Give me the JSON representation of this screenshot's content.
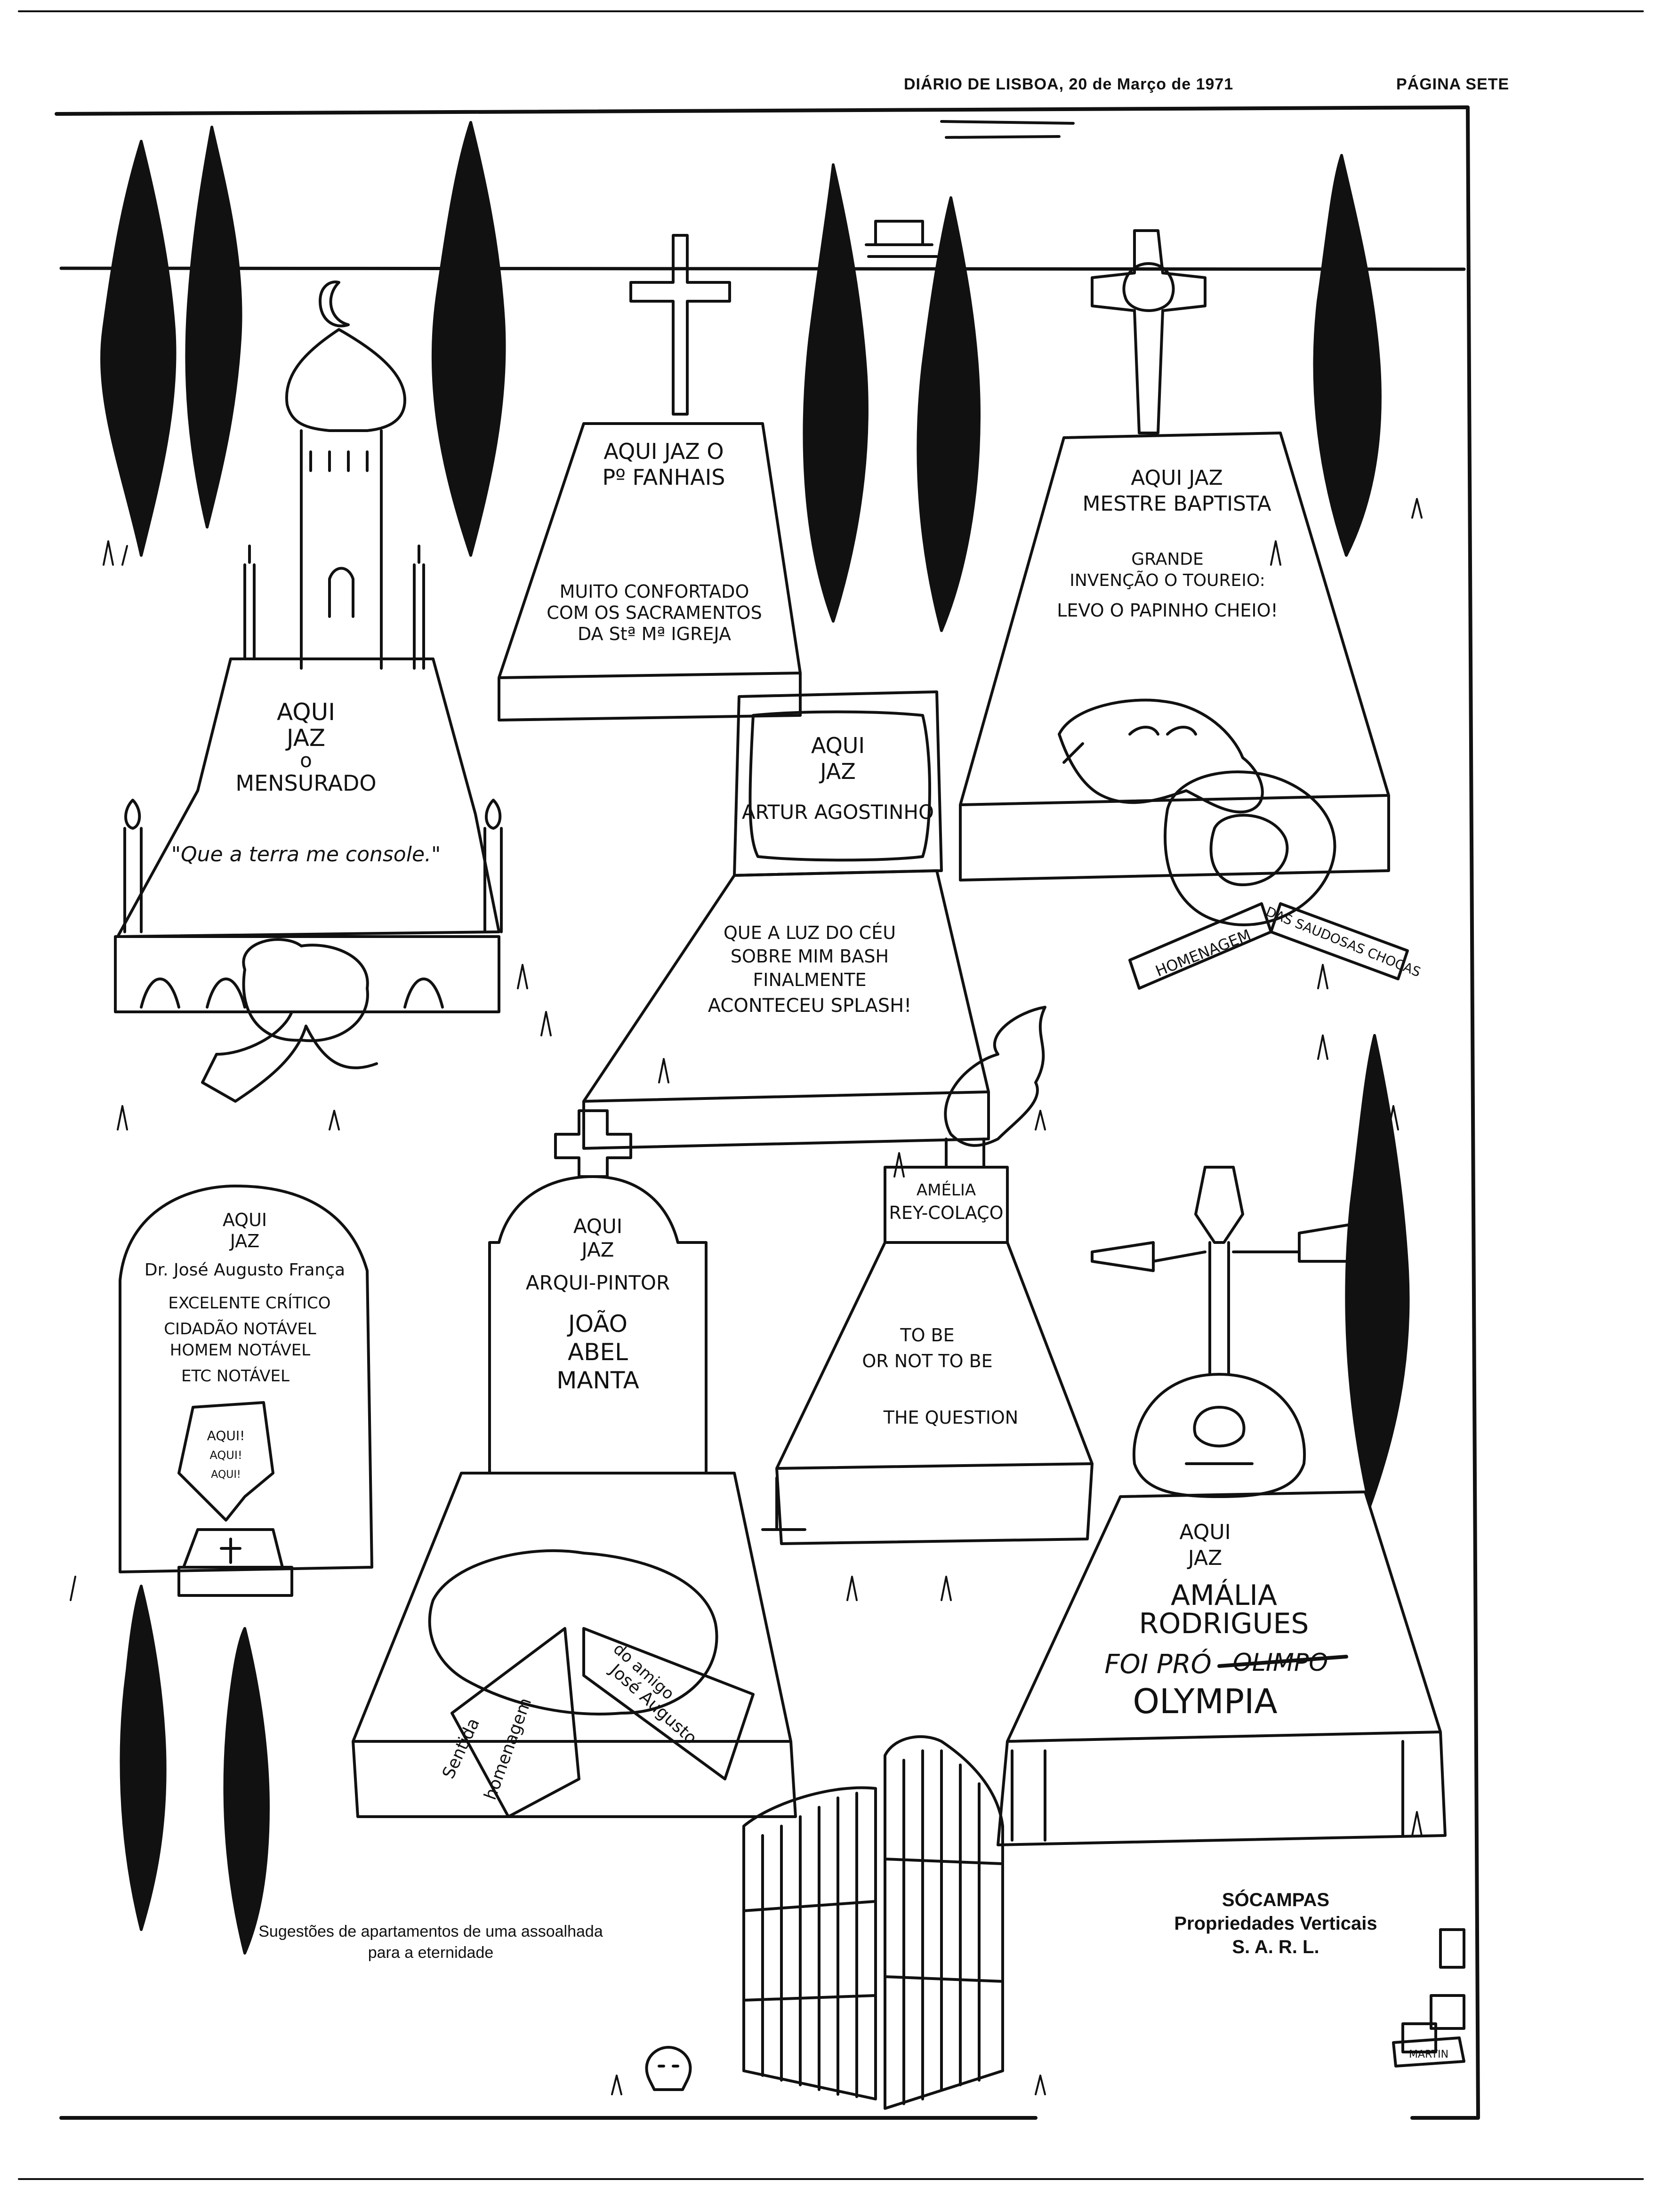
{
  "header": {
    "publication_date": "DIÁRIO DE LISBOA, 20 de Março de 1971",
    "page_label": "PÁGINA SETE"
  },
  "graves": {
    "mensurado": {
      "line1": "AQUI",
      "line2": "JAZ",
      "line3": "o",
      "line4": "MENSURADO",
      "epitaph": "\"Que a terra me console.\""
    },
    "fanhais": {
      "line1": "AQUI JAZ O",
      "line2": "Pº FANHAIS",
      "epitaph1": "MUITO CONFORTADO",
      "epitaph2": "COM OS SACRAMENTOS",
      "epitaph3": "DA Stª Mª IGREJA"
    },
    "baptista": {
      "line1": "AQUI JAZ",
      "line2": "MESTRE BAPTISTA",
      "epitaph1": "GRANDE",
      "epitaph2": "INVENÇÃO O TOUREIO:",
      "epitaph3": "LEVO O PAPINHO CHEIO!",
      "ribbon_left": "HOMENAGEM",
      "ribbon_right": "DAS SAUDOSAS CHOCAS"
    },
    "agostinho": {
      "line1": "AQUI",
      "line2": "JAZ",
      "line3": "ARTUR AGOSTINHO",
      "epitaph1": "QUE A LUZ DO CÉU",
      "epitaph2": "SOBRE MIM BASH",
      "epitaph3": "FINALMENTE",
      "epitaph4": "ACONTECEU SPLASH!"
    },
    "franca": {
      "line1": "AQUI",
      "line2": "JAZ",
      "line3": "Dr. José Augusto França",
      "line4": "EXCELENTE CRÍTICO",
      "line5": "CIDADÃO NOTÁVEL",
      "line6": "HOMEM NOTÁVEL",
      "line7": "ETC NOTÁVEL",
      "arrow1": "AQUI!",
      "arrow2": "AQUI!",
      "arrow3": "AQUI!"
    },
    "manta": {
      "line1": "AQUI",
      "line2": "JAZ",
      "line3": "ARQUI-PINTOR",
      "line4": "JOÃO",
      "line5": "ABEL",
      "line6": "MANTA",
      "ribbon_left1": "Sentida",
      "ribbon_left2": "homenagem",
      "ribbon_right1": "do amigo",
      "ribbon_right2": "José Augusto"
    },
    "amelia": {
      "line1": "AMÉLIA",
      "line2": "REY-COLAÇO",
      "epitaph1": "TO BE",
      "epitaph2": "OR NOT TO BE",
      "epitaph3": "THE QUESTION"
    },
    "amalia": {
      "line1": "AQUI",
      "line2": "JAZ",
      "line3": "AMÁLIA",
      "line4": "RODRIGUES",
      "line5": "FOI PRÓ",
      "struck": "OLIMPO",
      "line6": "OLYMPIA"
    }
  },
  "caption": {
    "line1": "Sugestões de apartamentos de uma assoalhada",
    "line2": "para a eternidade"
  },
  "company": {
    "line1": "SÓCAMPAS",
    "line2": "Propriedades Verticais",
    "line3": "S. A. R. L."
  },
  "signature": "MARTIN"
}
